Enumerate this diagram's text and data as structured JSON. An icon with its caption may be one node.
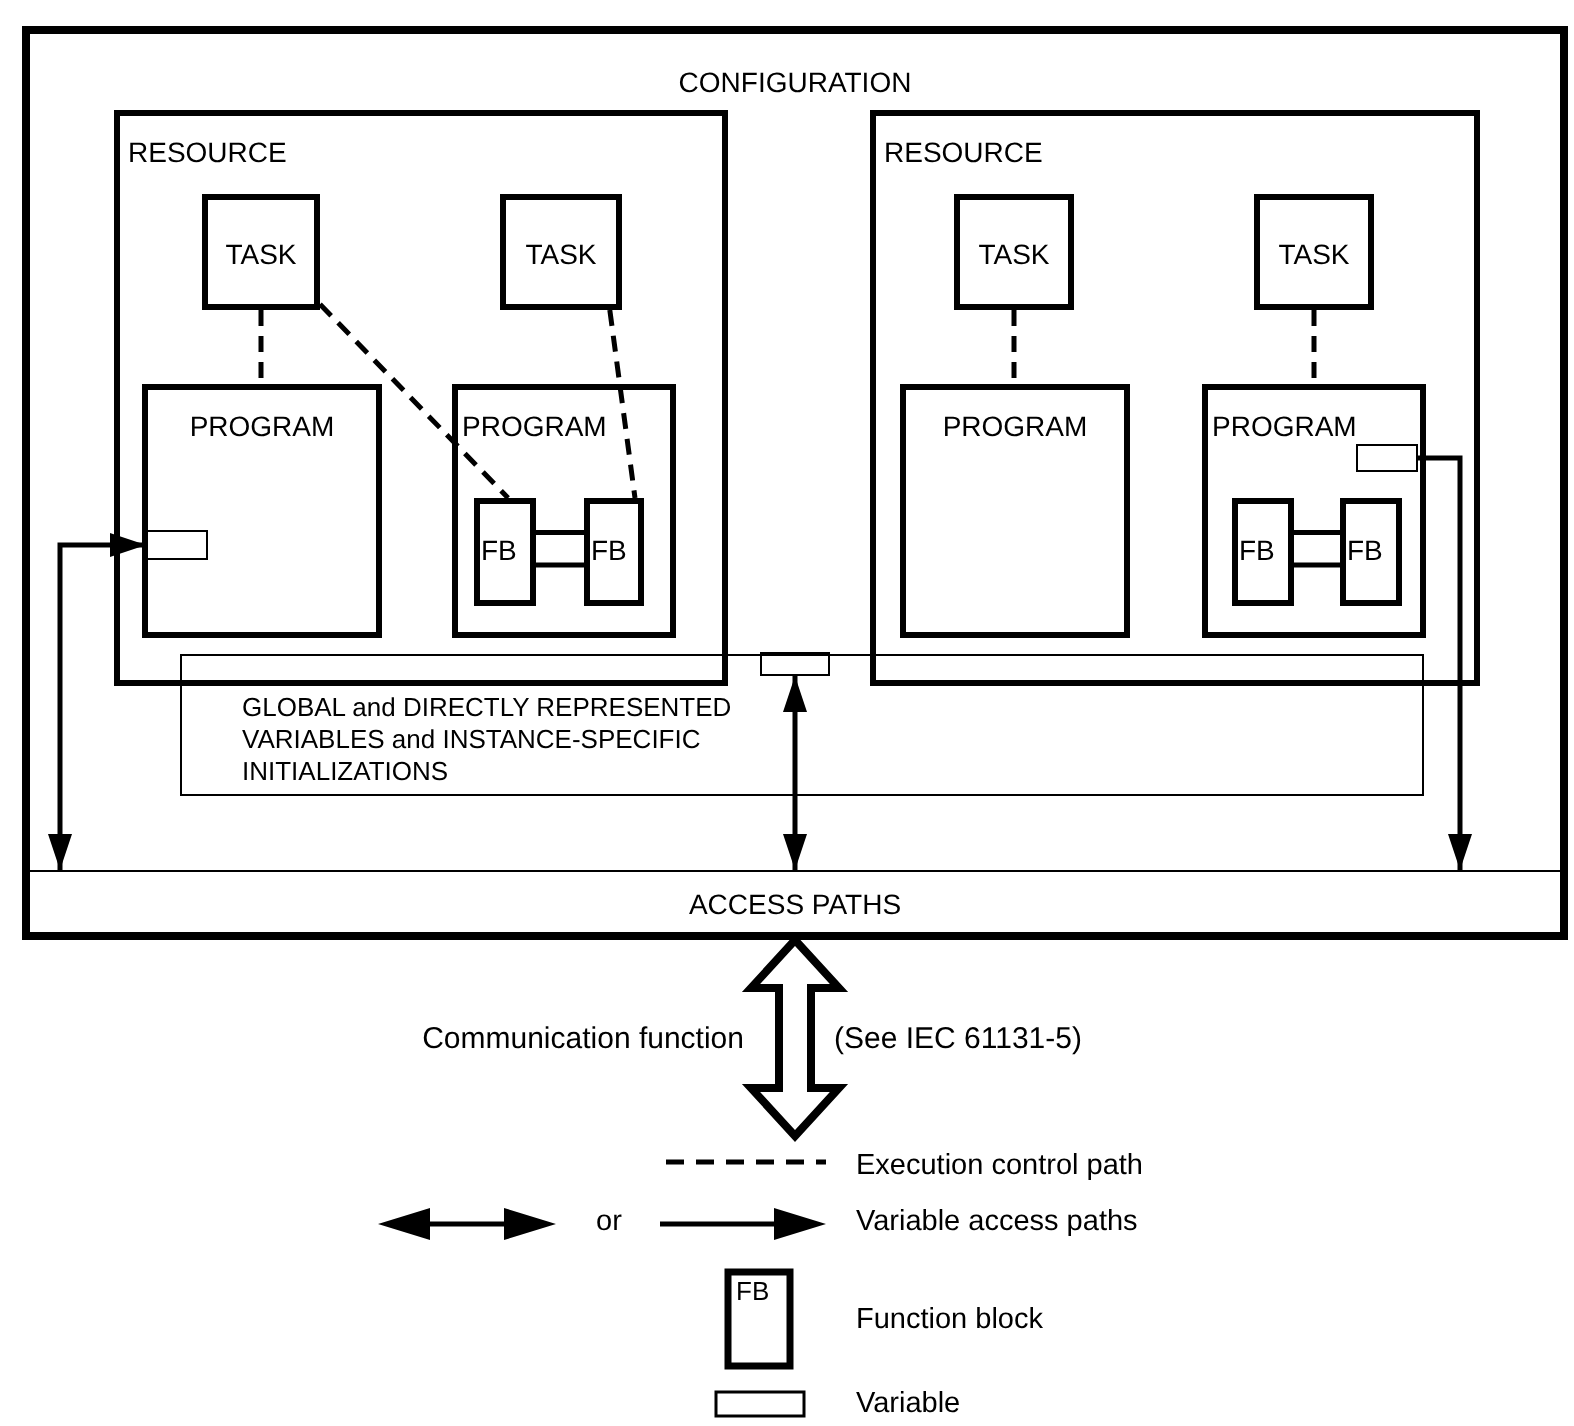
{
  "diagram": {
    "nodes": [
      {
        "text": [
          "CONFIGURATION"
        ]
      },
      {
        "text": [
          "RESOURCE"
        ],
        "in": 0
      },
      {
        "text": [
          "TASK"
        ],
        "in": 1
      },
      {
        "text": [
          "TASK"
        ],
        "in": 1
      },
      {
        "text": [
          "PROGRAM"
        ],
        "in": 1
      },
      {
        "text": [],
        "shape": "box",
        "in": 4
      },
      {
        "text": [
          "PROGRAM"
        ],
        "in": 1
      },
      {
        "text": [
          "FB"
        ],
        "in": 6
      },
      {
        "text": [
          "FB"
        ],
        "in": 6
      },
      {
        "text": [
          "RESOURCE"
        ],
        "in": 0
      },
      {
        "text": [
          "TASK"
        ],
        "in": 9
      },
      {
        "text": [
          "TASK"
        ],
        "in": 9
      },
      {
        "text": [
          "PROGRAM"
        ],
        "in": 9
      },
      {
        "text": [
          "PROGRAM"
        ],
        "in": 9
      },
      {
        "text": [],
        "shape": "box",
        "in": 13
      },
      {
        "text": [
          "FB"
        ],
        "in": 13
      },
      {
        "text": [
          "FB"
        ],
        "in": 13
      },
      {
        "text": [
          "GLOBAL and DIRECTLY REPRESENTED VARIABLES and INSTANCE-SPECIFIC INITIALIZATIONS"
        ],
        "in": 0
      },
      {
        "text": [],
        "shape": "box",
        "in": 17
      },
      {
        "text": [
          "ACCESS PATHS"
        ],
        "in": 0
      }
    ],
    "edges": [
      {
        "from": 2,
        "to": 4,
        "arrow": "none",
        "style": "dashed"
      },
      {
        "from": 2,
        "to": 7,
        "arrow": "none",
        "style": "dashed"
      },
      {
        "from": 3,
        "to": 8,
        "arrow": "none",
        "style": "dashed"
      },
      {
        "from": 7,
        "to": 8,
        "arrow": "none"
      },
      {
        "from": 7,
        "to": 8,
        "arrow": "none"
      },
      {
        "from": 10,
        "to": 12,
        "arrow": "none",
        "style": "dashed"
      },
      {
        "from": 11,
        "to": 13,
        "arrow": "none",
        "style": "dashed"
      },
      {
        "from": 15,
        "to": 16,
        "arrow": "none"
      },
      {
        "from": 15,
        "to": 16,
        "arrow": "none"
      },
      {
        "from": 5,
        "to": 19,
        "arrow": "both"
      },
      {
        "from": 18,
        "to": 19,
        "arrow": "both"
      },
      {
        "from": 14,
        "to": 19,
        "arrow": "to"
      },
      {
        "from": 19,
        "to": null,
        "arrow": "both",
        "style": "thick",
        "label": "Communication function"
      }
    ],
    "labels": [
      "(See IEC 61131-5)",
      "or",
      "FB"
    ],
    "legend": [
      {
        "text": "Execution control path"
      },
      {
        "text": "Variable access paths"
      },
      {
        "text": "Function block"
      },
      {
        "text": "Variable"
      }
    ]
  }
}
